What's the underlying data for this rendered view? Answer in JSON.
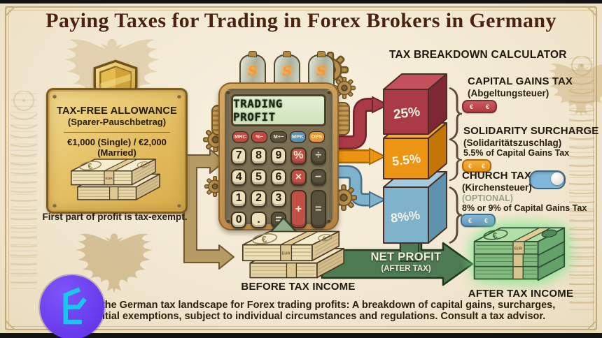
{
  "title": "Paying Taxes for Trading in Forex Brokers in Germany",
  "allowance": {
    "heading": "TAX-FREE ALLOWANCE",
    "subheading": "(Sparer-Pauschbetrag)",
    "amounts": "€1,000 (Single) / €2,000 (Married)",
    "caption": "First part of profit is tax-exempt."
  },
  "calculator": {
    "display": "TRADING PROFIT",
    "tube_glyphs": [
      "S",
      "S",
      "S"
    ],
    "memory_keys": [
      "MRC",
      "%−",
      "M+−",
      "MPK",
      "OPS"
    ],
    "digits": [
      [
        "7",
        "8",
        "9"
      ],
      [
        "4",
        "5",
        "6"
      ],
      [
        "1",
        "2",
        "3"
      ]
    ],
    "bottom_keys": [
      "0",
      ".",
      "="
    ],
    "ops_red": [
      "%",
      "×",
      "+"
    ],
    "ops_dark": [
      "÷",
      "−",
      "="
    ]
  },
  "breakdown": {
    "heading": "TAX BREAKDOWN CALCULATOR",
    "badge_euro": "€",
    "segments": [
      {
        "pct": "25%",
        "color": "#a93a46"
      },
      {
        "pct": "5.5%",
        "color": "#ec9413"
      },
      {
        "pct": "8%%",
        "color": "#7fb2cb"
      }
    ],
    "items": [
      {
        "title": "CAPITAL GAINS TAX",
        "subtitle": "(Abgeltungsteuer)"
      },
      {
        "title": "SOLIDARITY SURCHARGE",
        "subtitle": "(Solidaritätszuschlag)",
        "note": "5.5% of Capital Gains Tax"
      },
      {
        "title": "CHURCH TAX",
        "subtitle": "(Kirchensteuer)",
        "optional": "(OPTIONAL)",
        "note": "8% or 9% of Capital Gains Tax",
        "toggle": "on"
      }
    ]
  },
  "flow": {
    "before_label": "BEFORE TAX INCOME",
    "net_profit": "NET PROFIT",
    "net_profit_sub": "(AFTER TAX)",
    "after_label": "AFTER TAX INCOME"
  },
  "footer": {
    "line1": "Navigating the German tax landscape for Forex trading profits: A breakdown of capital gains, surcharges,",
    "line2": "and potential exemptions, subject to individual circumstances and regulations. Consult a tax advisor."
  },
  "colors": {
    "gold_panel": "#e3bd60",
    "capital_gains": "#a93a46",
    "solidarity": "#ec9413",
    "church": "#7fb2cb",
    "net_arrow_green": "#4d7a52",
    "toggle_blue": "#7fb6d9",
    "logo_purple": "#6a3af2",
    "logo_cyan": "#19c7ee"
  }
}
